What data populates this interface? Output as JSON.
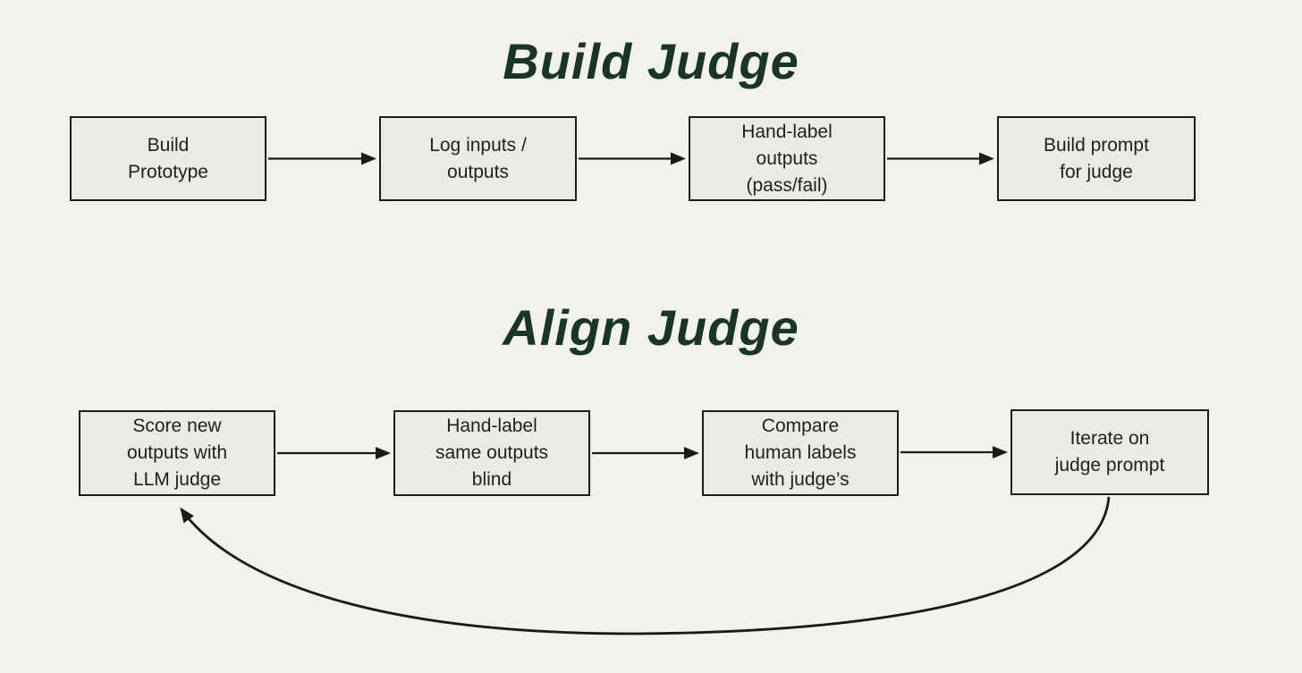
{
  "colors": {
    "background": "#f1f1ed",
    "box_fill": "#ebebe6",
    "box_border": "#1c1c1c",
    "box_text": "#1f1f1f",
    "title_text": "#1a3425",
    "arrow": "#1a1a1a"
  },
  "sections": {
    "build": {
      "title": "Build Judge",
      "boxes": [
        {
          "label": "Build\nPrototype"
        },
        {
          "label": "Log inputs /\noutputs"
        },
        {
          "label": "Hand-label\noutputs\n(pass/fail)"
        },
        {
          "label": "Build prompt\nfor judge"
        }
      ]
    },
    "align": {
      "title": "Align Judge",
      "boxes": [
        {
          "label": "Score new\noutputs with\nLLM judge"
        },
        {
          "label": "Hand-label\nsame outputs\nblind"
        },
        {
          "label": "Compare\nhuman labels\nwith judge’s"
        },
        {
          "label": "Iterate on\njudge prompt"
        }
      ]
    }
  }
}
